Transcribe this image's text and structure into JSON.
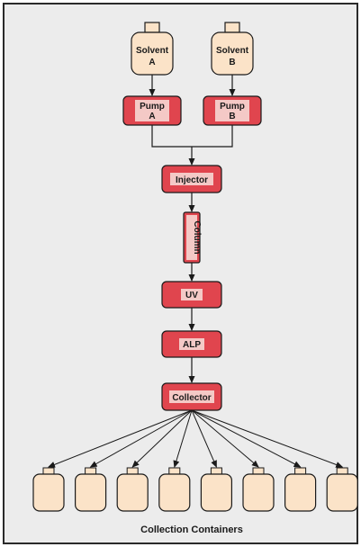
{
  "diagram": {
    "solvent_a": {
      "line1": "Solvent",
      "line2": "A"
    },
    "solvent_b": {
      "line1": "Solvent",
      "line2": "B"
    },
    "pump_a": {
      "line1": "Pump",
      "line2": "A"
    },
    "pump_b": {
      "line1": "Pump",
      "line2": "B"
    },
    "injector": "Injector",
    "column": "Column",
    "uv": "UV",
    "alp": "ALP",
    "collector": "Collector",
    "caption": "Collection Containers",
    "container_count": 8
  },
  "colors": {
    "background": "#ececec",
    "frame": "#2a2a2a",
    "pump_fill": "#e0454e",
    "label_box_fill": "#f4c9c6",
    "container_fill": "#fbe3c8",
    "line": "#1a1a1a"
  }
}
